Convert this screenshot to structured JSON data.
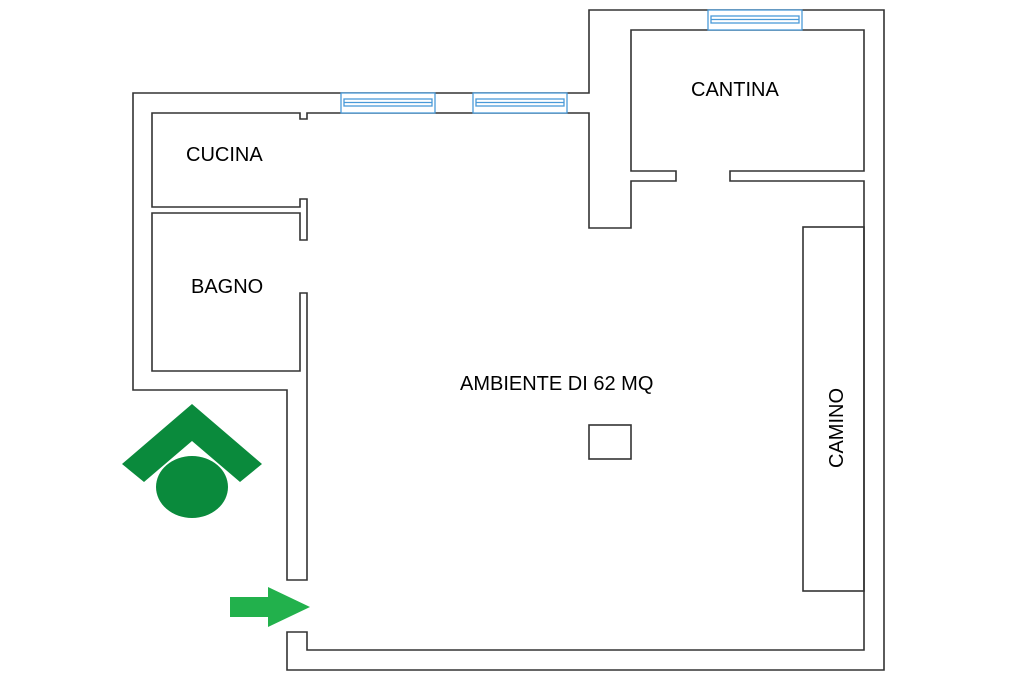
{
  "rooms": {
    "cucina": "CUCINA",
    "bagno": "BAGNO",
    "cantina": "CANTINA",
    "ambiente": "AMBIENTE DI 62 MQ",
    "camino": "CAMINO"
  },
  "colors": {
    "logo": "#0a8a3c",
    "entrance_arrow": "#22b14c",
    "window": "#4a9ad8"
  },
  "icons": [
    "logo-house-icon",
    "entrance-arrow-icon"
  ]
}
